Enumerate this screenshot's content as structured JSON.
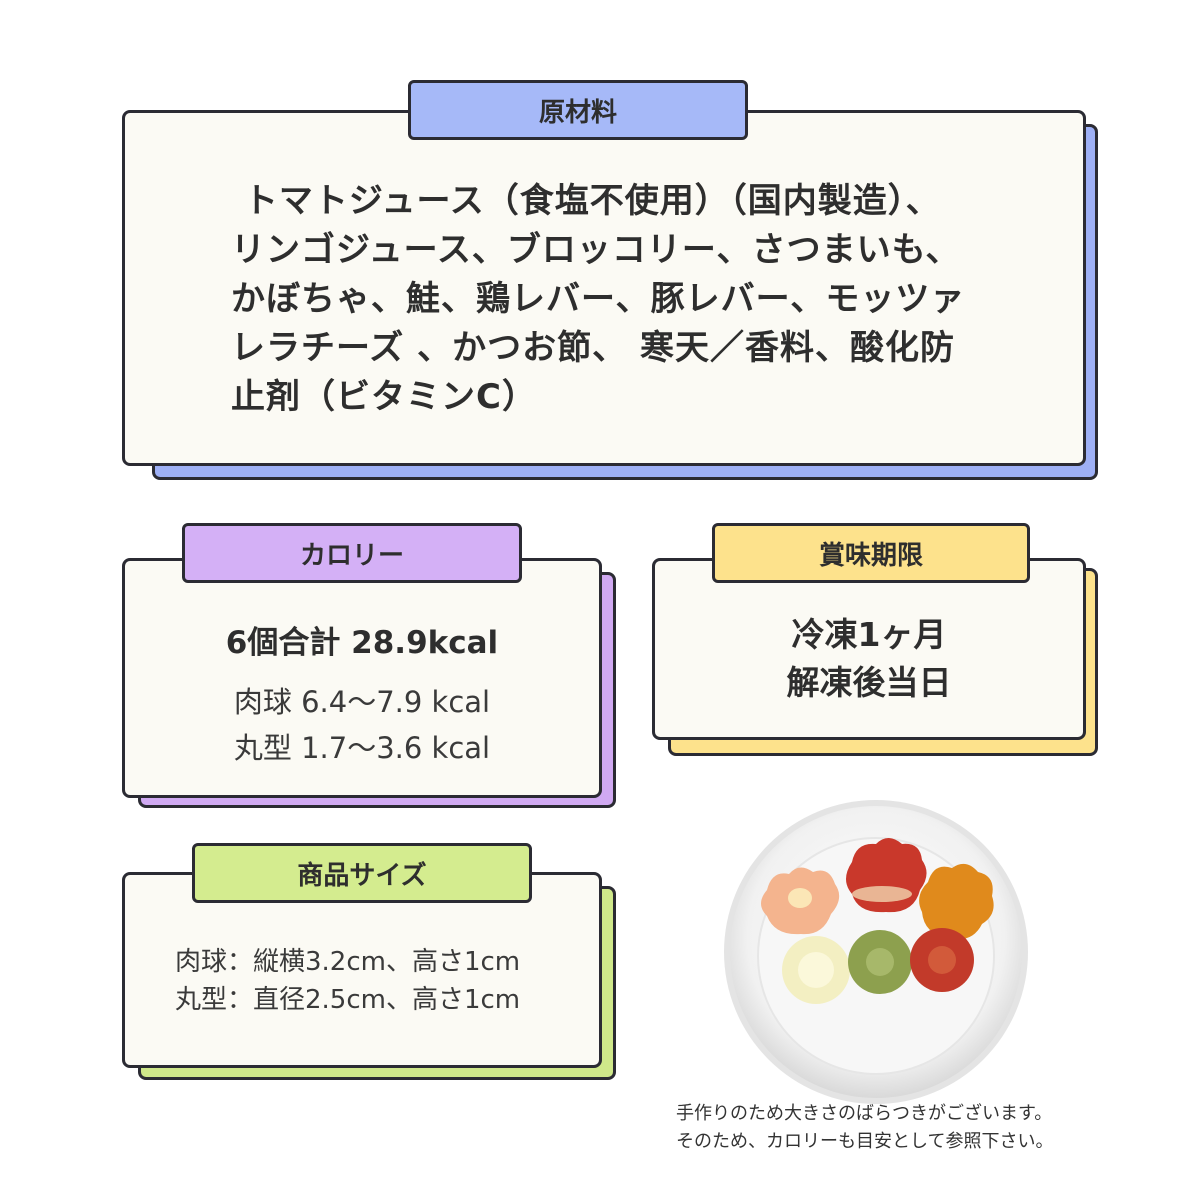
{
  "ingredients": {
    "title": "原材料",
    "lines": [
      " トマトジュース（食塩不使用）（国内製造）、",
      "リンゴジュース、ブロッコリー、さつまいも、",
      "かぼちゃ、鮭、鶏レバー、豚レバー、モッツァ",
      "レラチーズ 、かつお節、 寒天／香料、酸化防",
      "止剤（ビタミンC）"
    ]
  },
  "calories": {
    "title": "カロリー",
    "total": "6個合計 28.9kcal",
    "lines": [
      "肉球 6.4〜7.9 kcal",
      "丸型 1.7〜3.6 kcal"
    ]
  },
  "expiry": {
    "title": "賞味期限",
    "lines": [
      "冷凍1ヶ月",
      "解凍後当日"
    ]
  },
  "size": {
    "title": "商品サイズ",
    "lines": [
      "肉球：縦横3.2cm、高さ1cm",
      "丸型：直径2.5cm、高さ1cm"
    ]
  },
  "note": {
    "lines": [
      "手作りのため大きさのばらつきがございます。",
      "そのため、カロリーも目安として参照下さい。"
    ]
  },
  "colors": {
    "ingredients_accent": "#a6b9f8",
    "calories_accent": "#d4b0f6",
    "expiry_accent": "#fde28c",
    "size_accent": "#d4ec8f",
    "border": "#2b2b33"
  }
}
